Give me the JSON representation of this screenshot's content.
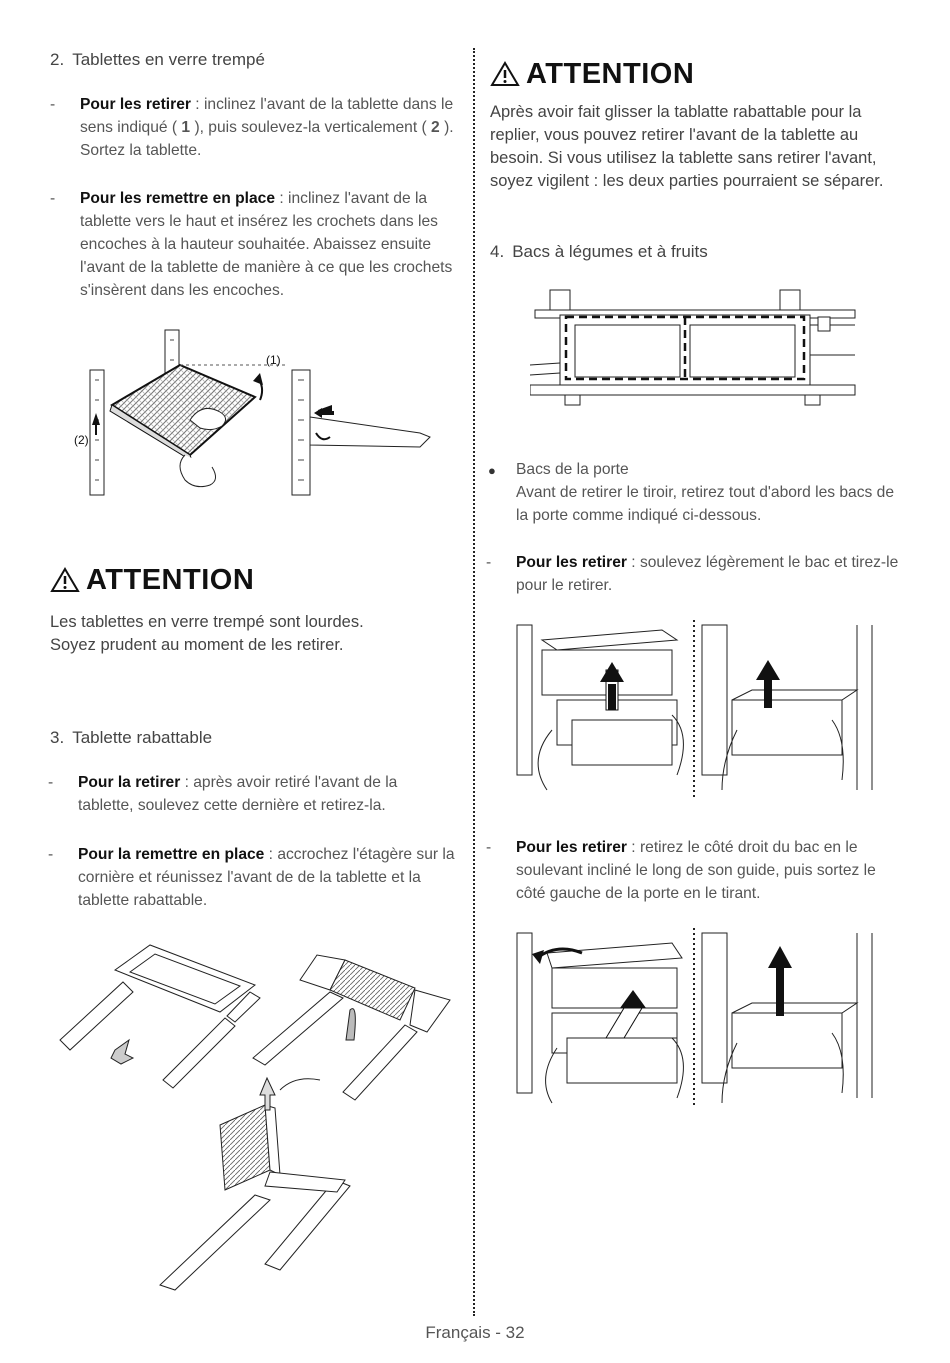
{
  "left": {
    "item2": {
      "number": "2.",
      "title": "Tablettes en verre trempé"
    },
    "remove": {
      "label": "Pour les retirer",
      "text_a": " : inclinez l'avant de la tablette dans le sens indiqué ( ",
      "step1": "1",
      "text_b": " ), puis soulevez-la verticalement ( ",
      "step2": "2",
      "text_c": " ). Sortez la tablette."
    },
    "replace": {
      "label": "Pour les remettre en place",
      "text": " : inclinez l'avant de la tablette vers le haut et insérez les crochets dans les encoches à la hauteur souhaitée. Abaissez ensuite l'avant de la tablette de manière à ce que les crochets s'insèrent dans les encoches."
    },
    "figure1": {
      "callout_1": "(1)",
      "callout_2": "(2)"
    },
    "warning": {
      "title": "ATTENTION",
      "line1": "Les tablettes en verre trempé sont lourdes.",
      "line2": "Soyez prudent au moment de les retirer."
    },
    "item3": {
      "number": "3.",
      "title": "Tablette rabattable"
    },
    "fold_remove": {
      "label": "Pour la retirer",
      "text": " : après avoir retiré l'avant de la tablette, soulevez cette dernière et retirez-la."
    },
    "fold_replace": {
      "label": "Pour la remettre en place",
      "text": " : accrochez l'étagère sur la cornière et réunissez l'avant de de la tablette et la tablette rabattable."
    }
  },
  "right": {
    "warning": {
      "title": "ATTENTION",
      "text": "Après avoir fait glisser la tablatte rabattable pour la replier, vous pouvez retirer l'avant de la tablette au besoin. Si vous utilisez la tablette sans retirer l'avant, soyez vigilent : les deux parties pourraient se séparer."
    },
    "item4": {
      "number": "4.",
      "title": "Bacs à légumes et à fruits"
    },
    "door_bins": {
      "title": "Bacs de la porte",
      "text": "Avant de retirer le tiroir, retirez tout d'abord les bacs de la porte comme indiqué ci-dessous."
    },
    "bins_remove1": {
      "label": "Pour les retirer",
      "text": " : soulevez légèrement le bac et tirez-le pour le retirer."
    },
    "bins_remove2": {
      "label": "Pour les retirer",
      "text": " : retirez le côté droit du bac en le soulevant incliné le long de son guide, puis sortez le côté gauche de la porte en le tirant."
    }
  },
  "footer": {
    "page": "Français - 32"
  }
}
